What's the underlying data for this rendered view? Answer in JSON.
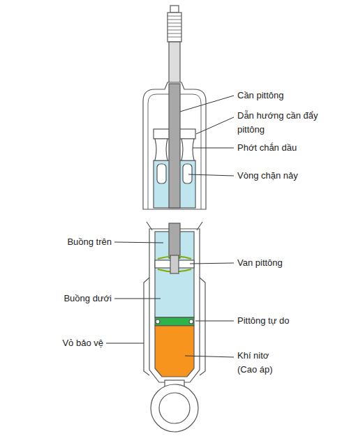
{
  "diagram": {
    "labels": [
      "Cần pittông",
      "Dẫn hướng cần đẩy pittông",
      "Phớt chắn dầu",
      "Vòng chặn nảy",
      "Buồng trên",
      "Van pittông",
      "Buồng dưới",
      "Pittông tự do",
      "Vỏ bảo vệ",
      "Khí nitơ (Cao áp)"
    ]
  }
}
